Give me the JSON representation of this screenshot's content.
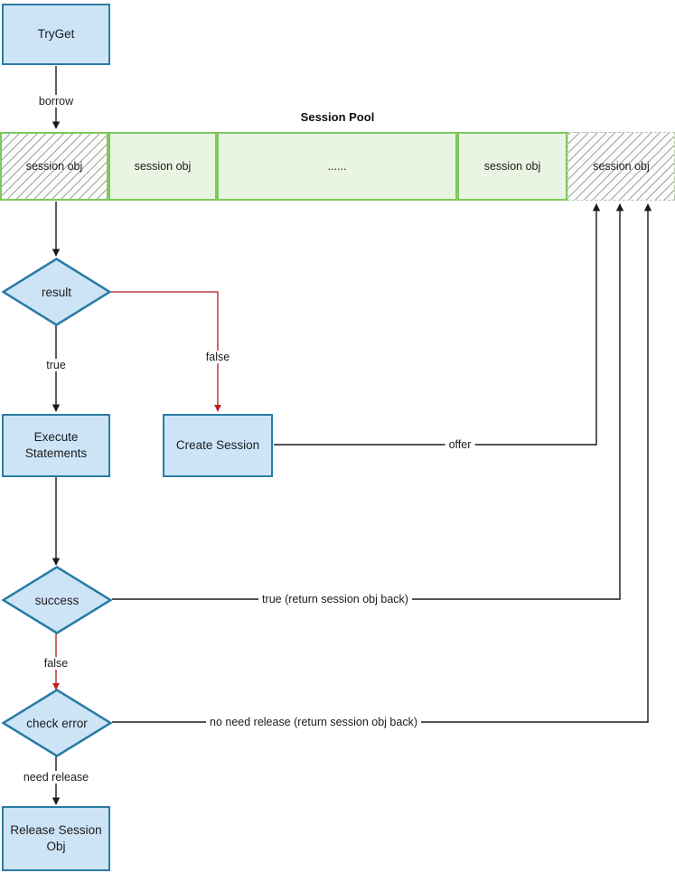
{
  "diagram": {
    "title": "Session Pool",
    "accent_blue_fill": "#cde4f7",
    "accent_blue_border": "#2a7ba4",
    "pool_green_fill": "#e9f5e2",
    "pool_green_border": "#7ec95b",
    "edge_black": "#1a1a1a",
    "edge_red": "#b01a1a"
  },
  "nodes": {
    "tryget": "TryGet",
    "result": "result",
    "execute_statements": "Execute\nStatements",
    "execute_statements_line1": "Execute",
    "execute_statements_line2": "Statements",
    "create_session": "Create Session",
    "success": "success",
    "check_error": "check error",
    "release_session_line1": "Release Session",
    "release_session_line2": "Obj"
  },
  "pool": {
    "title": "Session Pool",
    "cells": [
      {
        "label": "session obj",
        "state": "hatched-green"
      },
      {
        "label": "session obj",
        "state": "filled"
      },
      {
        "label": "......",
        "state": "filled"
      },
      {
        "label": "session obj",
        "state": "filled"
      },
      {
        "label": "session obj",
        "state": "hatched"
      }
    ]
  },
  "edges": {
    "borrow": "borrow",
    "true_result": "true",
    "false_result": "false",
    "offer": "offer",
    "true_return": "true (return session obj back)",
    "false_success": "false",
    "no_need_release": "no need release (return session obj back)",
    "need_release": "need release"
  }
}
